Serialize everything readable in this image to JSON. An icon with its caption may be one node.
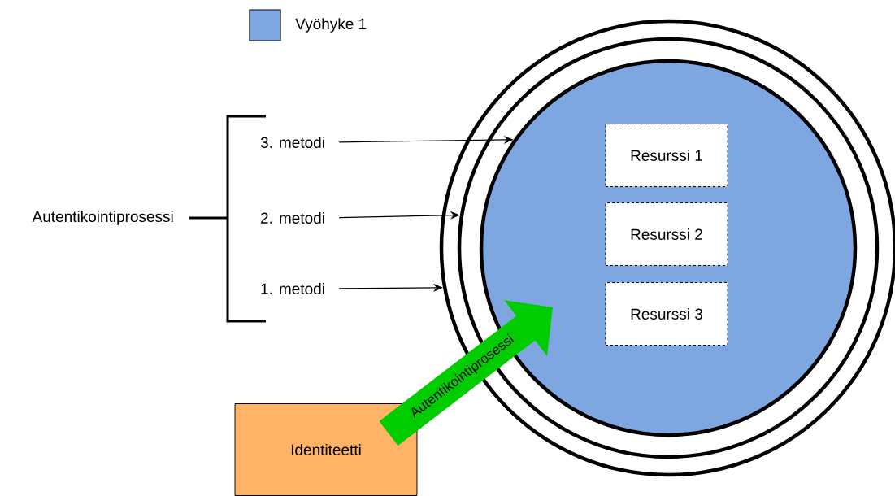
{
  "diagram": {
    "nodes": [
      {
        "text": [],
        "shape": "circle"
      },
      {
        "text": [],
        "shape": "circle",
        "in": 0
      },
      {
        "text": [],
        "shape": "circle",
        "in": 1
      },
      {
        "text": [
          "Resurssi 1"
        ],
        "in": 2
      },
      {
        "text": [
          "Resurssi 2"
        ],
        "in": 2
      },
      {
        "text": [
          "Resurssi 3"
        ],
        "in": 2
      },
      {
        "text": [
          "3. metodi"
        ]
      },
      {
        "text": [
          "2. metodi"
        ]
      },
      {
        "text": [
          "1. metodi"
        ]
      },
      {
        "text": [
          "Identiteetti"
        ]
      }
    ],
    "edges": [
      {
        "from": 6,
        "to": 2,
        "arrow": "to"
      },
      {
        "from": 7,
        "to": 1,
        "arrow": "to"
      },
      {
        "from": 8,
        "to": 0,
        "arrow": "to"
      },
      {
        "from": 9,
        "to": 2,
        "arrow": "to",
        "label": "Autentikointiprosessi",
        "style": "thick",
        "color": "#00cc00"
      }
    ],
    "labels": [
      "Autentikointiprosessi"
    ],
    "legend": [
      {
        "text": "Vyöhyke 1",
        "color": "#7ea6e0"
      }
    ]
  }
}
